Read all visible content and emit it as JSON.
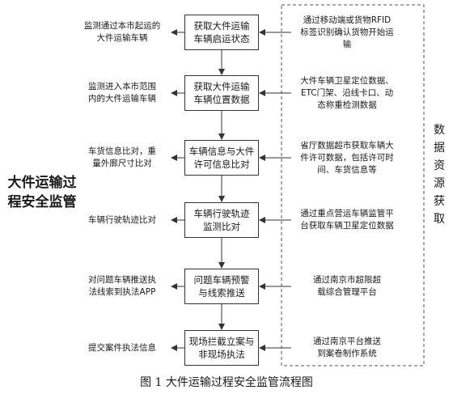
{
  "title": "大件运输过\n程安全监管",
  "side_label": "数\n据\n资\n源\n获\n取",
  "caption": "图 1  大件运输过程安全监管流程图",
  "steps": [
    {
      "left": "监测通过本市起运的\n大件运输车辆",
      "center": "获取大件运输\n车辆启运状态",
      "right": "通过移动端或货物RFID\n标签识别确认货物开始运\n输"
    },
    {
      "left": "监测进入本市范围\n内的大件运输车辆",
      "center": "获取大件运输\n车辆位置数据",
      "right": "大件车辆卫星定位数据、\nETC门架、沿线卡口、动\n态称重检测数据"
    },
    {
      "left": "车货信息比对，重\n量外廓尺寸比对",
      "center": "车辆信息与大件\n许可信息比对",
      "right": "省厅数据超市获取车辆大\n件许可数据，包括许可时\n间、车货信息等"
    },
    {
      "left": "车辆行驶轨迹比对",
      "center": "车辆行驶轨迹\n监测比对",
      "right": "通过重点营运车辆监管平\n台获取车辆卫星定位数据"
    },
    {
      "left": "对问题车辆推送执\n法线索到执法APP",
      "center": "问题车辆预警\n与线索推送",
      "right": "通过南京市超限超\n载综合管理平台"
    },
    {
      "left": "提交案件执法信息",
      "center": "现场拦截立案与\n非现场执法",
      "right": "通过南京平台推送\n到案卷制作系统"
    }
  ]
}
